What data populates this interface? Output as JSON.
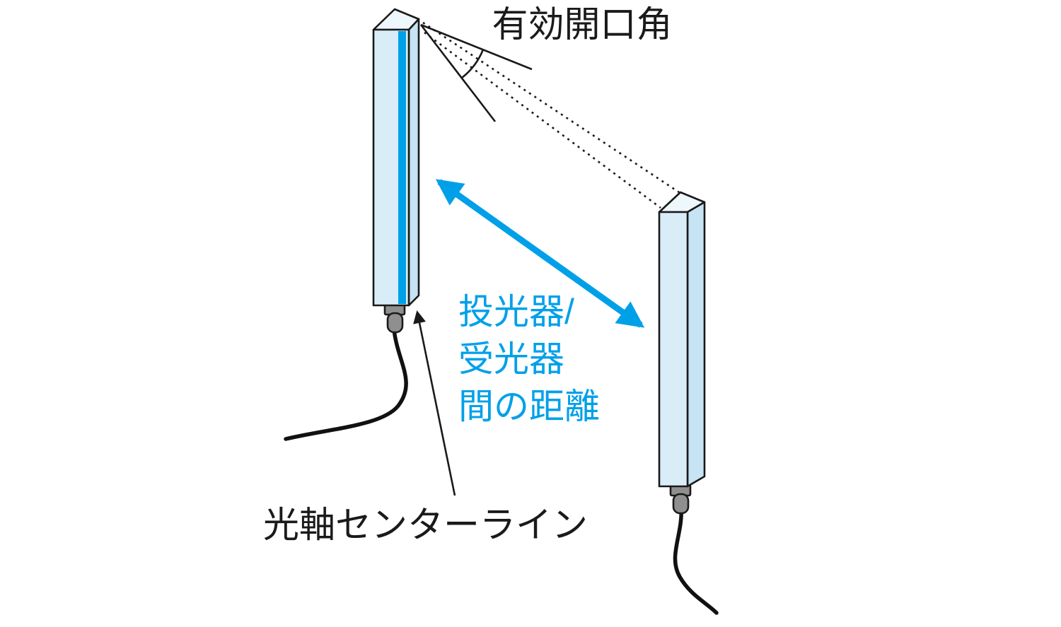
{
  "labels": {
    "aperture_angle": "有効開口角",
    "distance_line1": "投光器/",
    "distance_line2": "受光器",
    "distance_line3": "間の距離",
    "optical_axis_centerline": "光軸センターライン"
  },
  "colors": {
    "accent": "#00A0E9",
    "sensor_front": "#D9EDF8",
    "sensor_top": "#EEF7FC",
    "sensor_side": "#C6E4F3",
    "connector_gray": "#8F8F8F",
    "outline": "#1A1A1A",
    "background": "#FFFFFF"
  }
}
